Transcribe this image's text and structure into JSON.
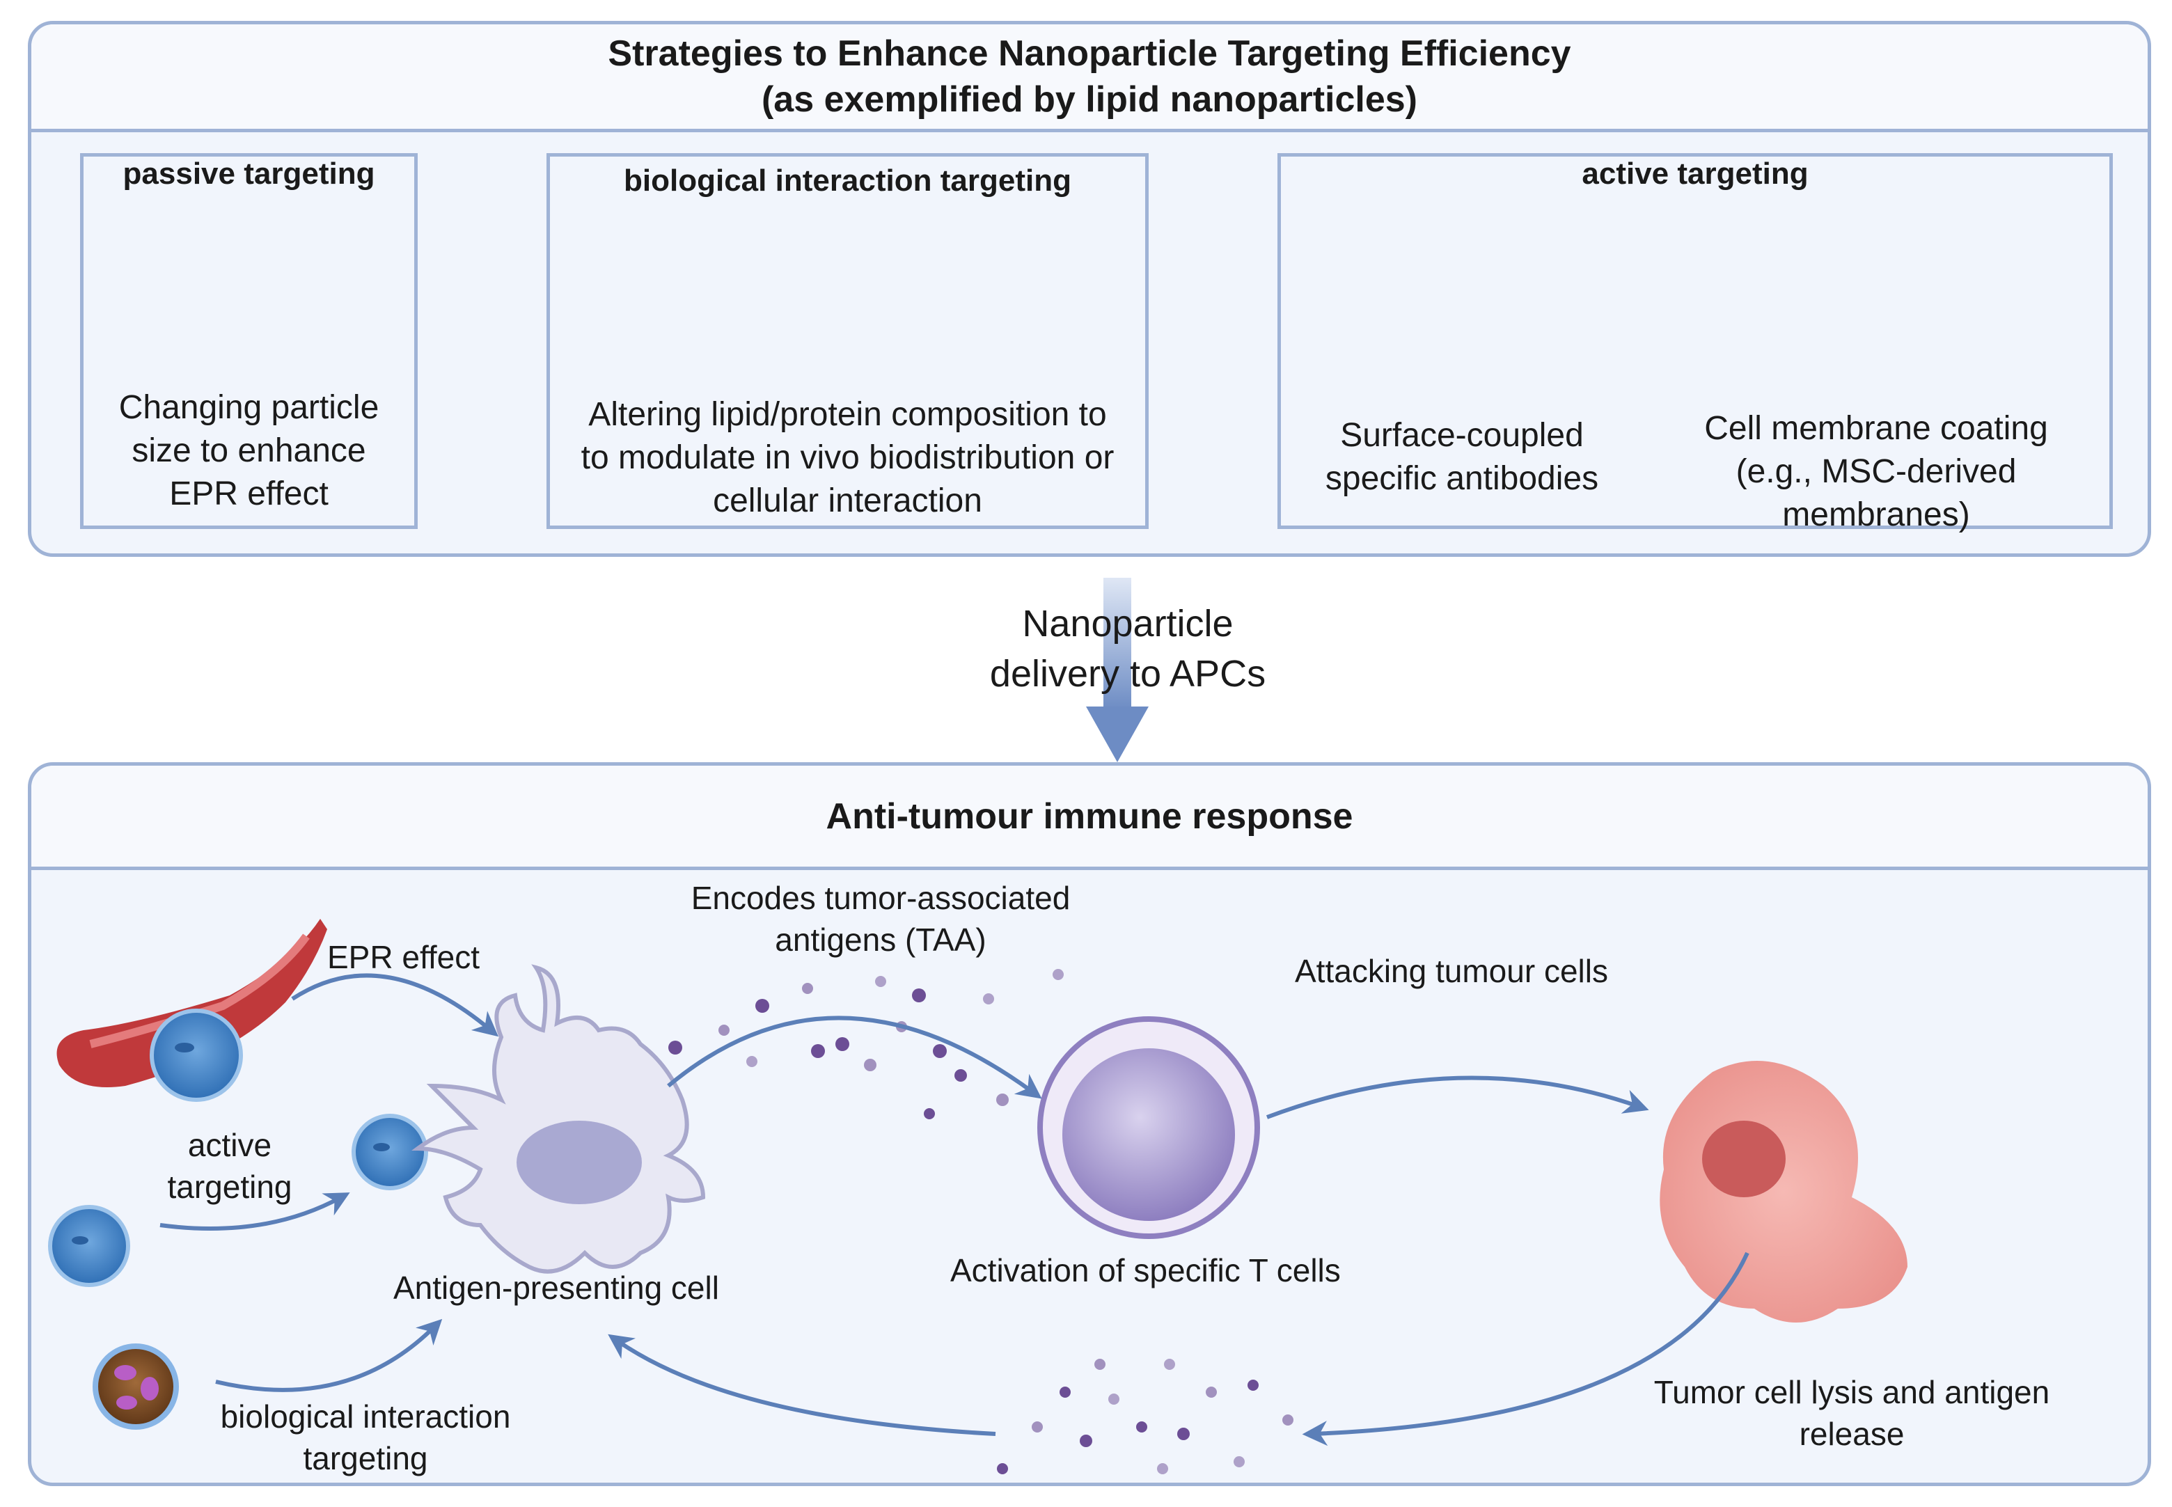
{
  "top_panel": {
    "title_line1": "Strategies to Enhance Nanoparticle Targeting Efficiency",
    "title_line2": "(as exemplified by lipid nanoparticles)",
    "passive": {
      "title": "passive targeting",
      "lines": [
        "Changing particle",
        "size to enhance",
        "EPR effect"
      ]
    },
    "biological": {
      "title": "biological interaction targeting",
      "lines": [
        "Altering lipid/protein composition to",
        "to modulate in vivo biodistribution or",
        "cellular interaction"
      ]
    },
    "active": {
      "title": "active targeting",
      "antibodies_lines": [
        "Surface-coupled",
        "specific antibodies"
      ],
      "membrane_lines": [
        "Cell membrane coating",
        "(e.g., MSC-derived membranes)"
      ]
    }
  },
  "arrow_label": {
    "line1": "Nanoparticle",
    "line2": "delivery to APCs"
  },
  "bottom_panel": {
    "title": "Anti-tumour immune response",
    "epr_label": "EPR effect",
    "active_label": [
      "active",
      "targeting"
    ],
    "bio_label": [
      "biological interaction",
      "targeting"
    ],
    "apc_label": "Antigen-presenting cell",
    "taa_label": [
      "Encodes tumor-associated",
      "antigens (TAA)"
    ],
    "tcell_label": "Activation of specific T cells",
    "attack_label": "Attacking tumour cells",
    "lysis_label": [
      "Tumor cell lysis and antigen",
      "release"
    ]
  },
  "colors": {
    "panel_border": "#9fb3d6",
    "panel_fill": "#f1f5fc",
    "arrow": "#5b7fb8",
    "lnp_blue": "#3d7fc6",
    "lnp_brown": "#7a4a22",
    "tcell_purple": "#9b8cc9",
    "tumour_red": "#e07a7a",
    "vessel_red": "#c0393b"
  }
}
